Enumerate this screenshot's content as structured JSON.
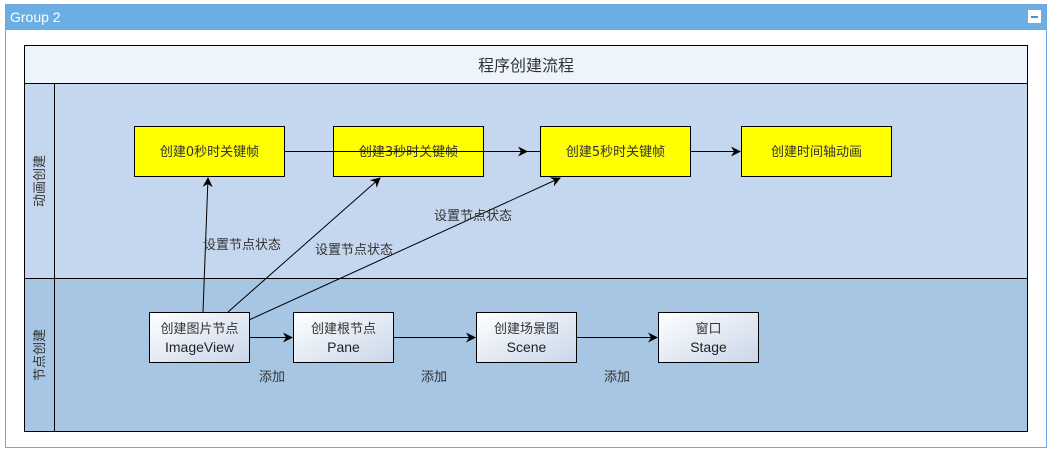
{
  "group": {
    "title": "Group 2",
    "collapse_icon": "minus-icon"
  },
  "pool": {
    "title": "程序创建流程",
    "lanes": [
      {
        "label": "动画创建",
        "color": "#c5d7ee"
      },
      {
        "label": "节点创建",
        "color": "#a7c6e3"
      }
    ]
  },
  "keyframes": [
    {
      "label": "创建0秒时关键帧"
    },
    {
      "label": "创建3秒时关键帧"
    },
    {
      "label": "创建5秒时关键帧"
    },
    {
      "label": "创建时间轴动画"
    }
  ],
  "nodes": [
    {
      "line1": "创建图片节点",
      "line2": "ImageView"
    },
    {
      "line1": "创建根节点",
      "line2": "Pane"
    },
    {
      "line1": "创建场景图",
      "line2": "Scene"
    },
    {
      "line1": "窗口",
      "line2": "Stage"
    }
  ],
  "edge_labels": {
    "set_state_1": "设置节点状态",
    "set_state_2": "设置节点状态",
    "set_state_3": "设置节点状态",
    "add_1": "添加",
    "add_2": "添加",
    "add_3": "添加"
  },
  "colors": {
    "keyframe_fill": "#ffff00",
    "header_blue": "#6aaee3",
    "pool_title_bg": "#eef4fc"
  }
}
